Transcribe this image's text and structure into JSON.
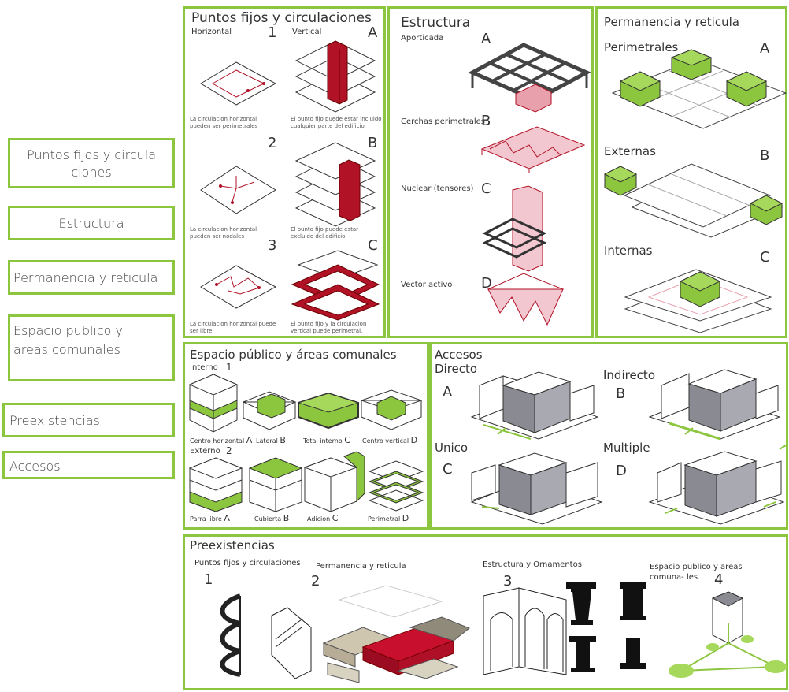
{
  "colors": {
    "frame": "#8cc63f",
    "red": "#b11226",
    "pink": "#e8a0ad",
    "green": "#8cc63f",
    "gray": "#8a8a92",
    "beige": "#cfc6b0"
  },
  "sidebar": {
    "items": [
      "Puntos fijos y circula ciones",
      "Estructura",
      "Permanencia y reticula",
      "Espacio publico y areas comunales",
      "Preexistencias",
      "Accesos"
    ]
  },
  "puntos": {
    "title": "Puntos fijos y circulaciones",
    "horizontal": "Horizontal",
    "vertical": "Vertical",
    "n1": "1",
    "n2": "2",
    "n3": "3",
    "la": "A",
    "lb": "B",
    "lc": "C",
    "cap1": "La circulacion horizontal pueden ser perimetrales",
    "cap2": "El punto fijo puede estar incluido cualquier parte del edificio.",
    "cap3": "La circulacion horizontal pueden ser nodales",
    "cap4": "El punto fijo puede estar excluido del edificio.",
    "cap5": "La circulacion horizontal puede ser libre",
    "cap6": "El punto fijo y la circulacion vertical puede perimetral."
  },
  "estructura": {
    "title": "Estructura",
    "a": "Aporticada",
    "b": "Cerchas perimetrales",
    "c": "Nuclear (tensores)",
    "d": "Vector activo",
    "la": "A",
    "lb": "B",
    "lc": "C",
    "ld": "D"
  },
  "permanencia": {
    "title": "Permanencia y reticula",
    "perimetrales": "Perimetrales",
    "externas": "Externas",
    "internas": "Internas",
    "la": "A",
    "lb": "B",
    "lc": "C"
  },
  "espacio": {
    "title": "Espacio público y áreas comunales",
    "interno": "Interno",
    "n1": "1",
    "externo": "Externo",
    "n2": "2",
    "c1": "Centro horizontal",
    "c1l": "A",
    "c2": "Lateral",
    "c2l": "B",
    "c3": "Total interno",
    "c3l": "C",
    "c4": "Centro vertical",
    "c4l": "D",
    "e1": "Parra libre",
    "e1l": "A",
    "e2": "Cubierta",
    "e2l": "B",
    "e3": "Adicion",
    "e3l": "C",
    "e4": "Perimetral",
    "e4l": "D"
  },
  "accesos": {
    "title": "Accesos",
    "directo": "Directo",
    "la": "A",
    "indirecto": "Indirecto",
    "lb": "B",
    "unico": "Unico",
    "lc": "C",
    "multiple": "Multiple",
    "ld": "D"
  },
  "preexistencias": {
    "title": "Preexistencias",
    "p1": "Puntos fijos y circulaciones",
    "n1": "1",
    "p2": "Permanencia y reticula",
    "n2": "2",
    "p3": "Estructura y Ornamentos",
    "n3": "3",
    "p4": "Espacio publico y areas comuna- les",
    "n4": "4"
  }
}
